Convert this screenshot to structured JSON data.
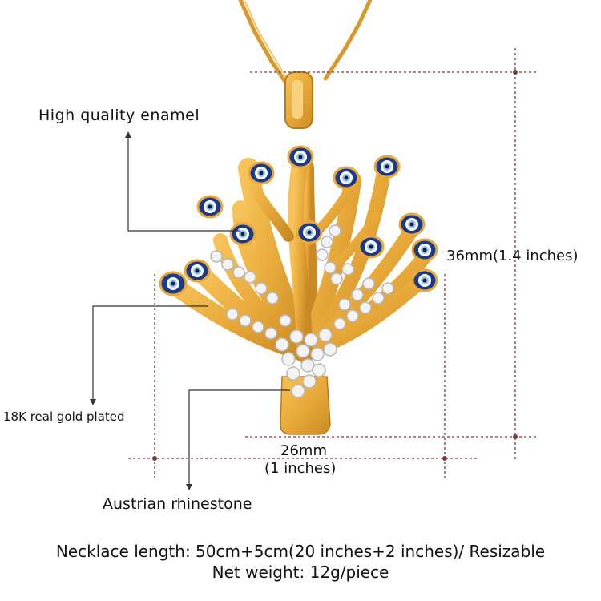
{
  "labels": {
    "enamel": "High quality enamel",
    "gold": "18K real gold plated",
    "rhinestone": "Austrian rhinestone"
  },
  "dimensions": {
    "height": "36mm(1.4 inches)",
    "width": "26mm",
    "width_inches": "(1 inches)"
  },
  "footer": {
    "length": "Necklace length: 50cm+5cm(20 inches+2 inches)/ Resizable",
    "weight": "Net weight: 12g/piece"
  },
  "colors": {
    "gold": "#e8a93a",
    "gold_dark": "#b97a1c",
    "enamel_blue": "#1d3a8a",
    "dimension_line": "#7a3b3b"
  }
}
